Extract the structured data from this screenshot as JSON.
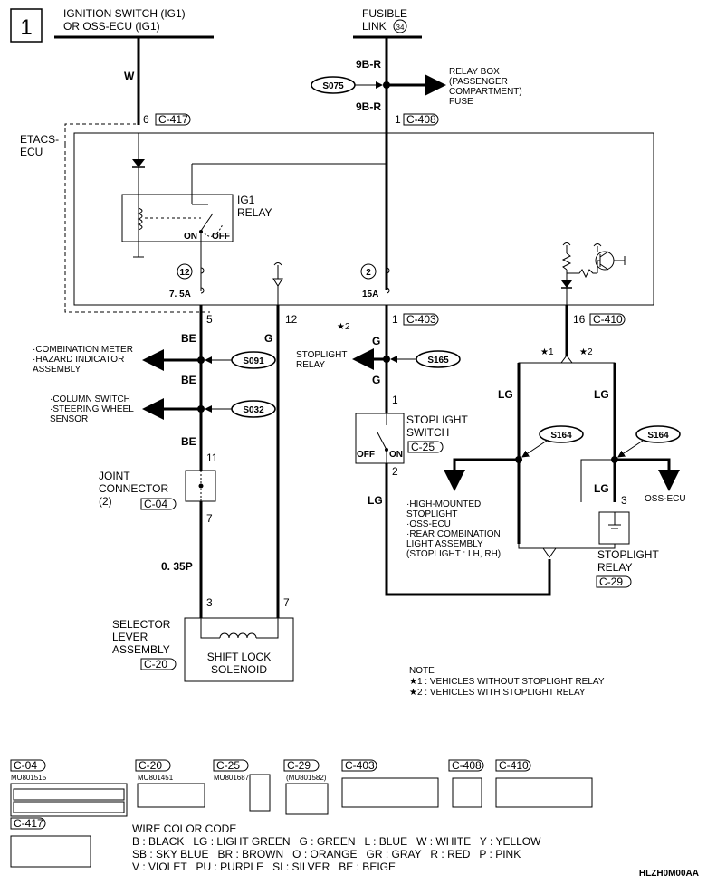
{
  "page_number": "1",
  "figure_code": "HLZH0M00AA",
  "sources": {
    "ignition_line1": "IGNITION SWITCH (IG1)",
    "ignition_line2": "OR OSS-ECU (IG1)",
    "fusible_line1": "FUSIBLE",
    "fusible_line2": "LINK",
    "fusible_num": "34"
  },
  "wires": {
    "w": "W",
    "r9b_top": "9B-R",
    "r9b_bottom": "9B-R",
    "be1": "BE",
    "be2": "BE",
    "be3": "BE",
    "g_left": "G",
    "g1": "G",
    "g2": "G",
    "lg_stop": "LG",
    "lg_left": "LG",
    "lg_right": "LG",
    "lg_relay": "LG",
    "p035": "0. 35P"
  },
  "pins": {
    "p6": "6",
    "p1_top": "1",
    "p5": "5",
    "p12": "12",
    "p1_403": "1",
    "p16": "16",
    "p1_sw": "1",
    "p2_sw": "2",
    "p11": "11",
    "p7_jc": "7",
    "p3": "3",
    "p7_sel": "7",
    "p3_relay": "3"
  },
  "connectors": {
    "c417": "C-417",
    "c408": "C-408",
    "c403": "C-403",
    "c410": "C-410",
    "c25": "C-25",
    "c04": "C-04",
    "c20": "C-20",
    "c29": "C-29"
  },
  "splices": {
    "s075": "S075",
    "s091": "S091",
    "s032": "S032",
    "s165": "S165",
    "s164a": "S164",
    "s164b": "S164"
  },
  "ecu": {
    "label1": "ETACS-",
    "label2": "ECU",
    "relay1": "IG1",
    "relay2": "RELAY",
    "on": "ON",
    "off": "OFF",
    "fuse12": "12",
    "fuse12_amp": "7. 5A",
    "fuse2": "2",
    "fuse2_amp": "15A"
  },
  "labels": {
    "relay_box1": "RELAY BOX",
    "relay_box2": "(PASSENGER",
    "relay_box3": "COMPARTMENT)",
    "relay_box4": "FUSE",
    "meter1": "·COMBINATION METER",
    "meter2": "·HAZARD INDICATOR",
    "meter3": "ASSEMBLY",
    "column1": "·COLUMN SWITCH",
    "column2": "·STEERING WHEEL",
    "column3": "SENSOR",
    "stoprelay_l1": "STOPLIGHT",
    "stoprelay_l2": "RELAY",
    "star2_left": "★2",
    "star1": "★1",
    "star2": "★2",
    "sw1": "STOPLIGHT",
    "sw2": "SWITCH",
    "sw_off": "OFF",
    "sw_on": "ON",
    "jc1": "JOINT",
    "jc2": "CONNECTOR",
    "jc3": "(2)",
    "hm1": "·HIGH-MOUNTED",
    "hm2": "STOPLIGHT",
    "hm3": "·OSS-ECU",
    "hm4": "·REAR COMBINATION",
    "hm5": "LIGHT ASSEMBLY",
    "hm6": "(STOPLIGHT : LH, RH)",
    "oss_ecu": "OSS-ECU",
    "sr1": "STOPLIGHT",
    "sr2": "RELAY",
    "sel1": "SELECTOR",
    "sel2": "LEVER",
    "sel3": "ASSEMBLY",
    "sol1": "SHIFT LOCK",
    "sol2": "SOLENOID"
  },
  "note": {
    "title": "NOTE",
    "n1": "★1 : VEHICLES WITHOUT STOPLIGHT RELAY",
    "n2": "★2 : VEHICLES WITH STOPLIGHT RELAY"
  },
  "connector_views": {
    "c04_part": "MU801515",
    "c20_part": "MU801451",
    "c25_part": "MU801687",
    "c29_part": "(MU801582)"
  },
  "legend": {
    "title": "WIRE COLOR CODE",
    "line1": "B : BLACK   LG : LIGHT GREEN   G : GREEN   L : BLUE   W : WHITE   Y : YELLOW",
    "line2": "SB : SKY BLUE   BR : BROWN   O : ORANGE   GR : GRAY   R : RED   P : PINK",
    "line3": "V : VIOLET   PU : PURPLE   SI : SILVER   BE : BEIGE"
  }
}
